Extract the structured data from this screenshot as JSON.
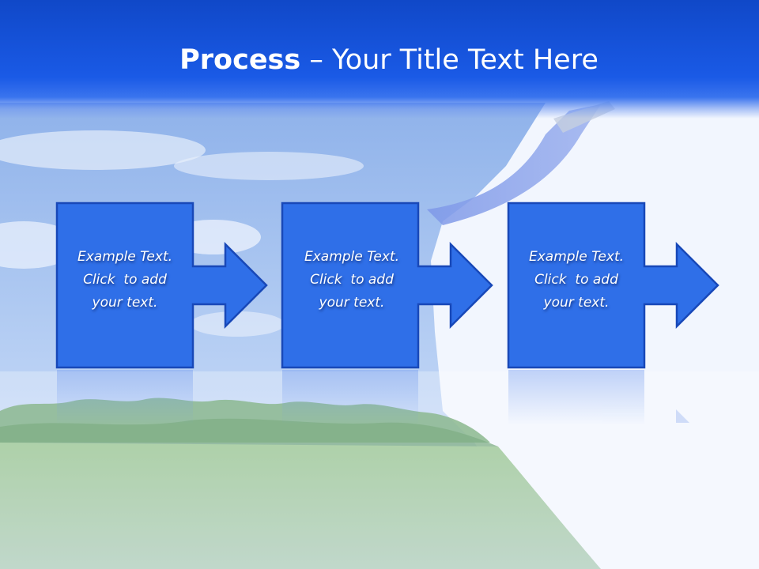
{
  "slide": {
    "title_bold": "Process",
    "title_rest": " – Your Title Text Here"
  },
  "steps": [
    {
      "line1": "Example Text.",
      "line2": "Click  to add",
      "line3": "your text."
    },
    {
      "line1": "Example Text.",
      "line2": "Click  to add",
      "line3": "your text."
    },
    {
      "line1": "Example Text.",
      "line2": "Click  to add",
      "line3": "your text."
    }
  ],
  "colors": {
    "title_band": "#1a5ae6",
    "box_fill": "#2f6fe8",
    "box_stroke": "#1848b8",
    "text": "#ffffff"
  }
}
